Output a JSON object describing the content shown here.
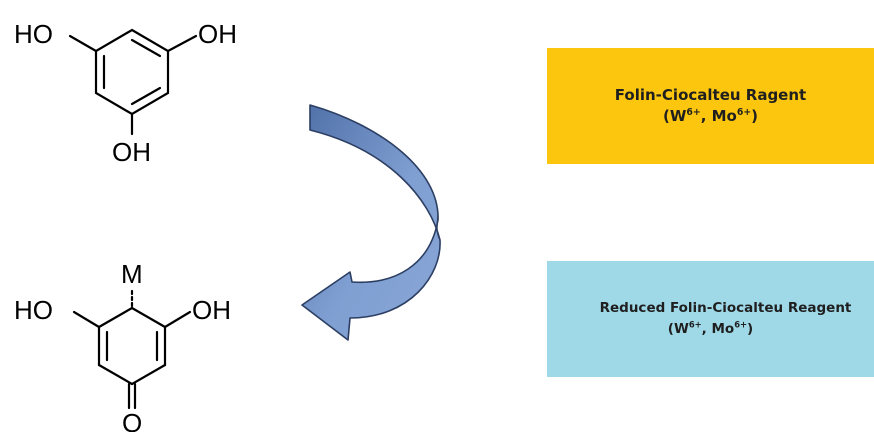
{
  "molecule_top": {
    "oh_left": "HO",
    "oh_right": "OH",
    "oh_bottom": "OH"
  },
  "molecule_bottom": {
    "metal": "M",
    "oh_left": "HO",
    "oh_right": "OH",
    "oxygen": "O"
  },
  "reagent_box": {
    "title": "Folin-Ciocalteu Ragent",
    "open": "(W",
    "w_charge": "6+",
    "sep": ", Mo",
    "mo_charge": "6+",
    "close": ")",
    "color": "#fcc60f"
  },
  "reduced_box": {
    "title": "Reduced Folin-Ciocalteu Reagent",
    "open": "(W",
    "w_charge": "6+",
    "sep": ", Mo",
    "mo_charge": "6+",
    "close": ")",
    "color": "#9fd9e8"
  },
  "arrow": {
    "icon": "curved-arrow-icon",
    "color": "#7594c8"
  }
}
